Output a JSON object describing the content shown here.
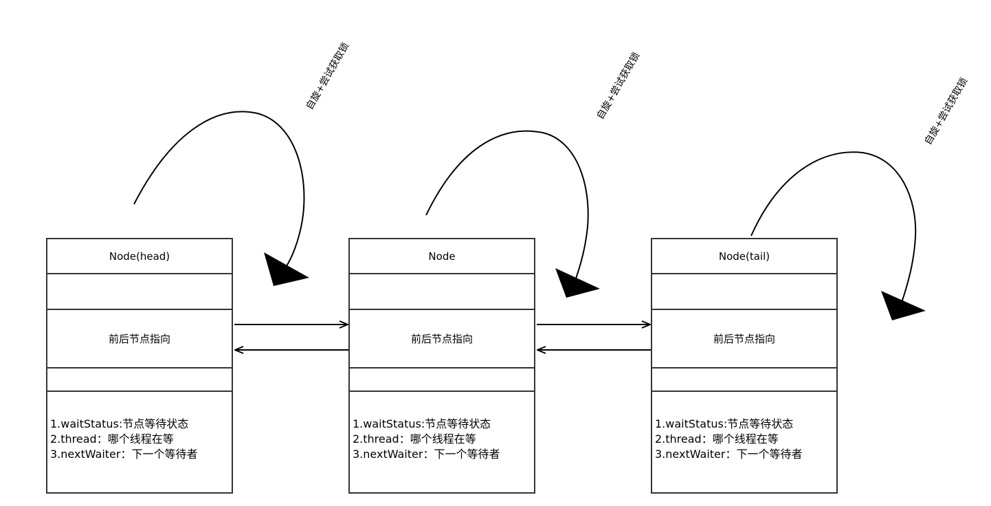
{
  "nodes": [
    {
      "title": "Node(head)",
      "pointer_label": "前后节点指向",
      "fields": [
        "1.waitStatus:节点等待状态",
        "2.thread：哪个线程在等",
        "3.nextWaiter：下一个等待者"
      ]
    },
    {
      "title": "Node",
      "pointer_label": "前后节点指向",
      "fields": [
        "1.waitStatus:节点等待状态",
        "2.thread：哪个线程在等",
        "3.nextWaiter：下一个等待者"
      ]
    },
    {
      "title": "Node(tail)",
      "pointer_label": "前后节点指向",
      "fields": [
        "1.waitStatus:节点等待状态",
        "2.thread：哪个线程在等",
        "3.nextWaiter：下一个等待者"
      ]
    }
  ],
  "loops": [
    {
      "label": "自旋+尝试获取锁"
    },
    {
      "label": "自旋+尝试获取锁"
    },
    {
      "label": "自旋+尝试获取锁"
    }
  ],
  "colors": {
    "border": "#333333",
    "line": "#000000",
    "text": "#000000"
  }
}
